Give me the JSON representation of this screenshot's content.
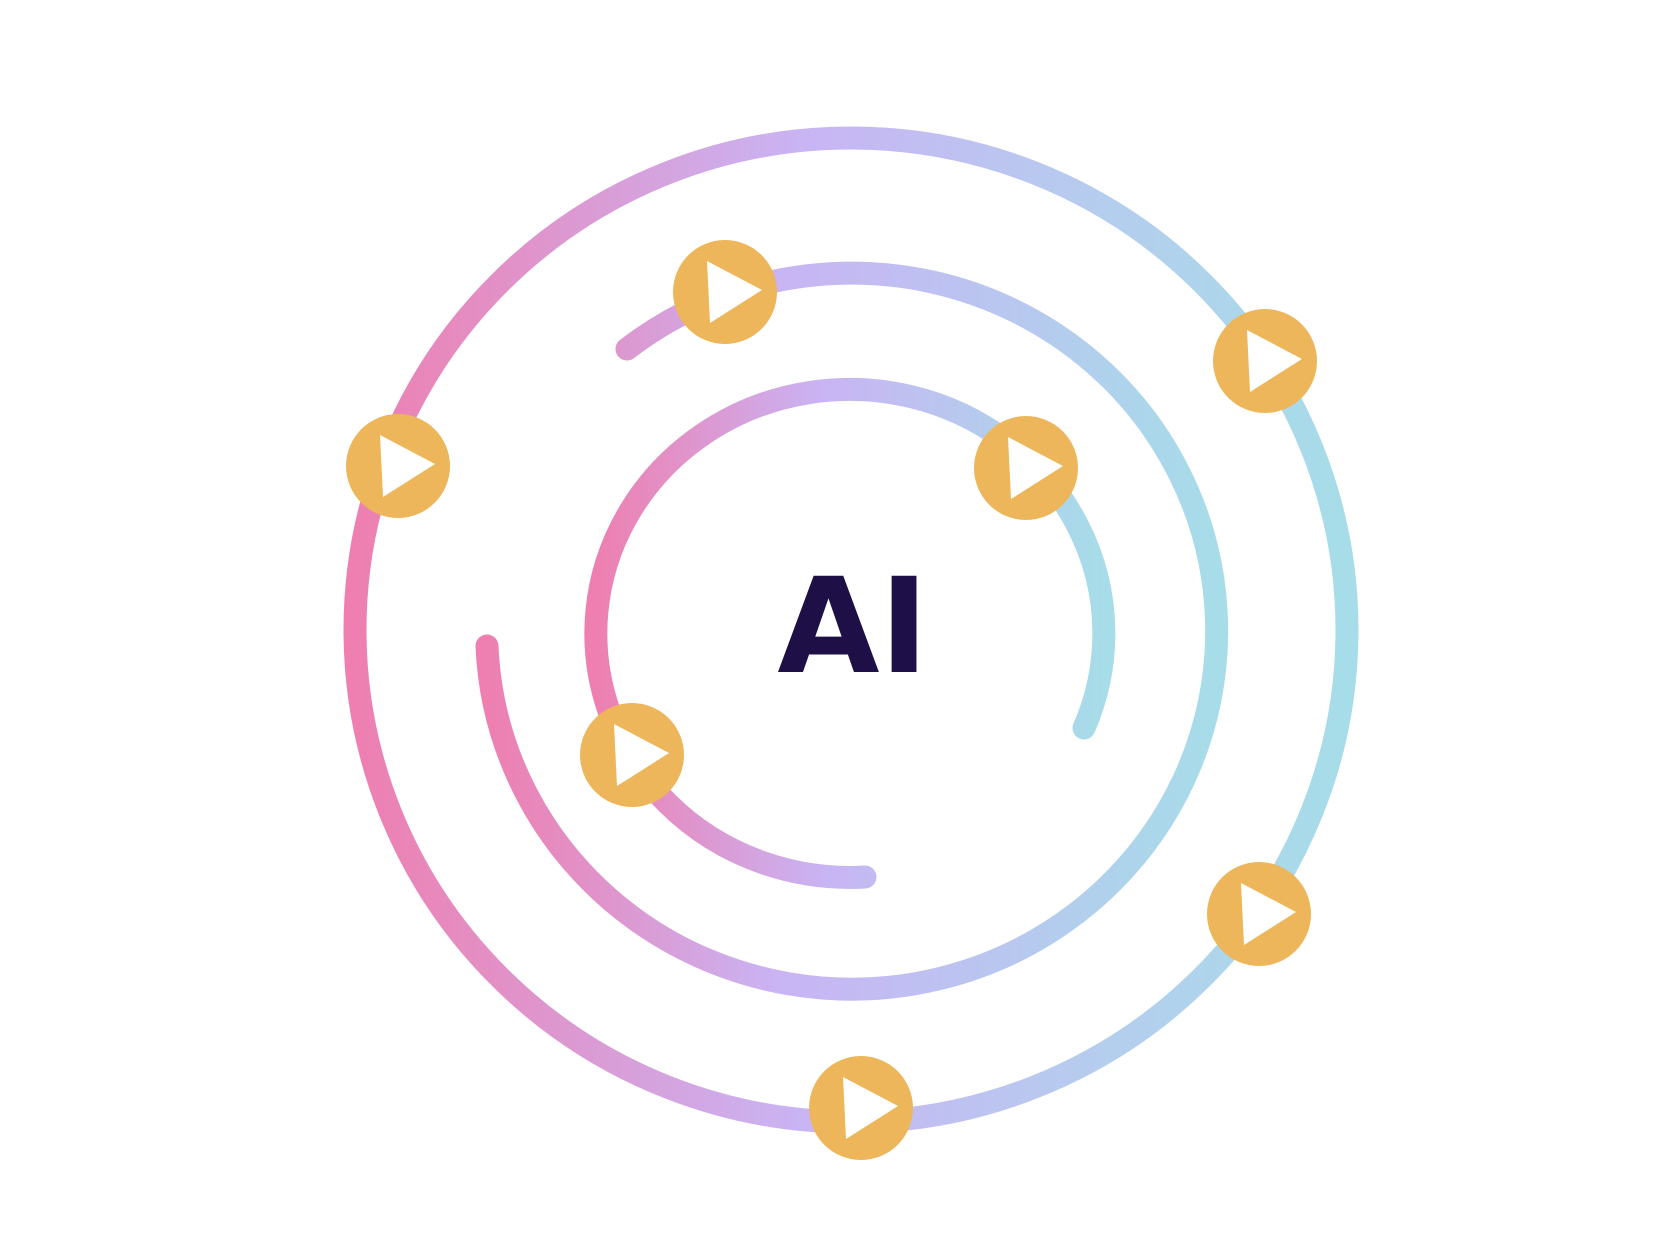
{
  "center_label": "AI",
  "colors": {
    "pink": "#ee7fb0",
    "violet": "#c9b4f4",
    "light_blue": "#b5cdee",
    "cyan": "#a6dde8",
    "marker_fill": "#edb65a",
    "play_glyph": "#ffffff",
    "label": "#1e1047",
    "background": "#ffffff"
  },
  "markers": [
    {
      "name": "play-marker-outer-left",
      "icon": "play-icon"
    },
    {
      "name": "play-marker-outer-top-right",
      "icon": "play-icon"
    },
    {
      "name": "play-marker-outer-bottom-right",
      "icon": "play-icon"
    },
    {
      "name": "play-marker-outer-bottom",
      "icon": "play-icon"
    },
    {
      "name": "play-marker-middle-top",
      "icon": "play-icon"
    },
    {
      "name": "play-marker-inner-top-right",
      "icon": "play-icon"
    },
    {
      "name": "play-marker-inner-bottom-left",
      "icon": "play-icon"
    }
  ]
}
